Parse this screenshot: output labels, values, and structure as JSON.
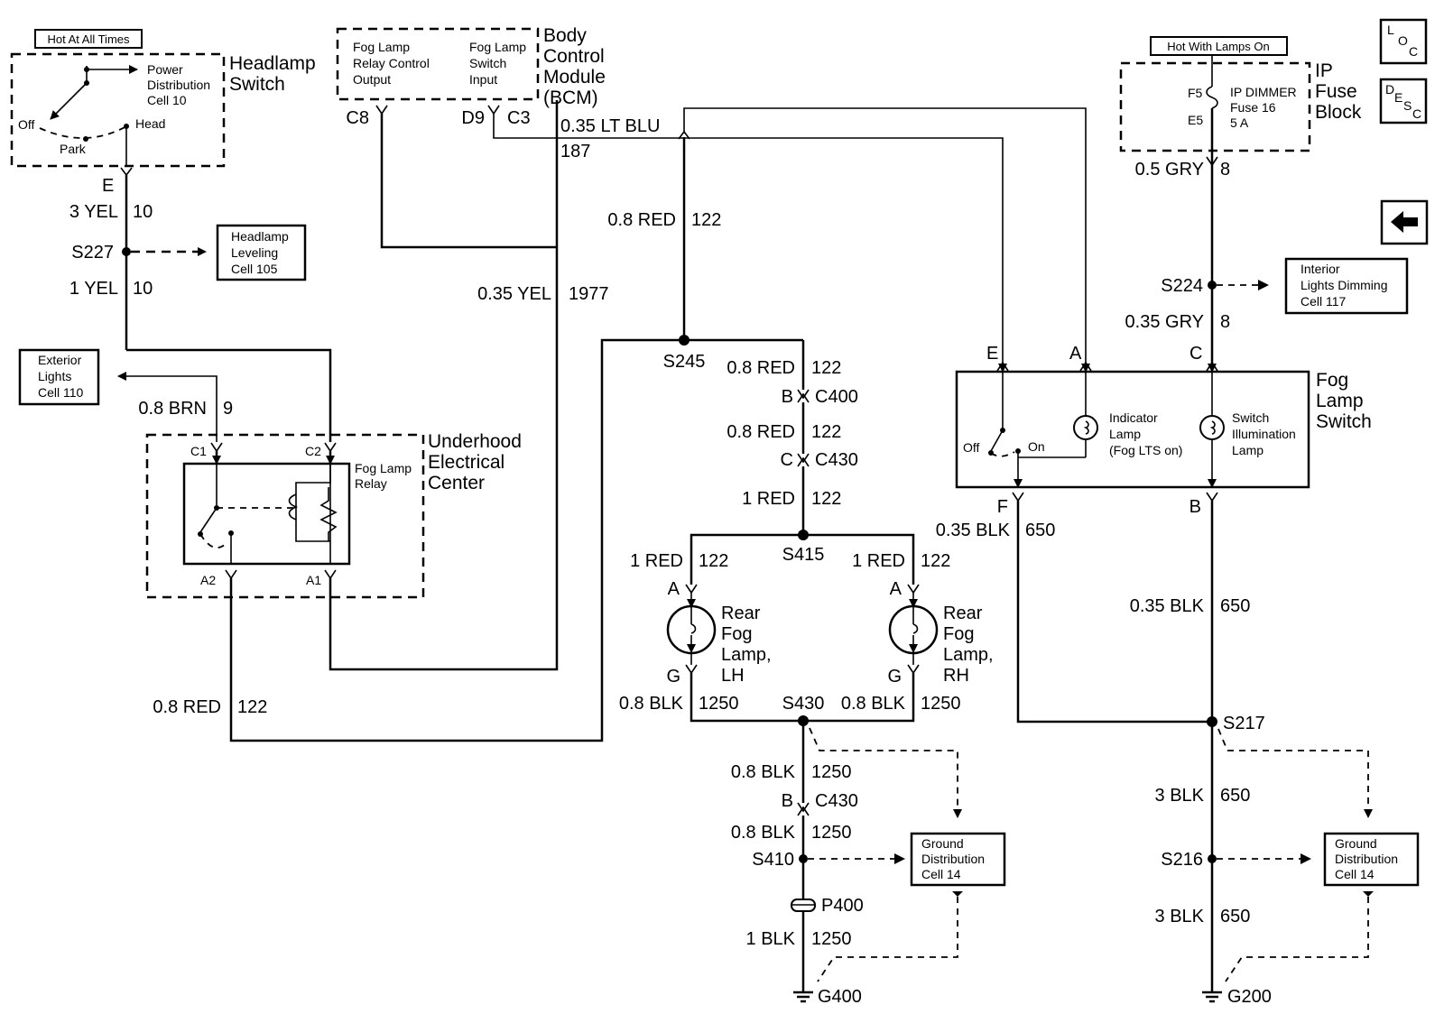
{
  "headlamp": {
    "hot_label": "Hot At All Times",
    "title": [
      "Headlamp",
      "Switch"
    ],
    "power_dist": [
      "Power",
      "Distribution",
      "Cell 10"
    ],
    "off": "Off",
    "park": "Park",
    "head": "Head",
    "pin_e": "E",
    "w1_label": "3 YEL",
    "w1_circ": "10",
    "splice": "S227",
    "w2_label": "1 YEL",
    "w2_circ": "10",
    "leveling": [
      "Headlamp",
      "Leveling",
      "Cell 105"
    ]
  },
  "exterior": {
    "box": [
      "Exterior",
      "Lights",
      "Cell 110"
    ],
    "w_label": "0.8 BRN",
    "w_circ": "9"
  },
  "uec": {
    "title": [
      "Underhood",
      "Electrical",
      "Center"
    ],
    "relay": [
      "Fog Lamp",
      "Relay"
    ],
    "c1": "C1",
    "c2": "C2",
    "a1": "A1",
    "a2": "A2",
    "bottom_label": "0.8 RED",
    "bottom_circ": "122"
  },
  "bcm": {
    "col1": [
      "Fog Lamp",
      "Relay Control",
      "Output"
    ],
    "col2": [
      "Fog Lamp",
      "Switch",
      "Input"
    ],
    "title": [
      "Body",
      "Control",
      "Module",
      "(BCM)"
    ],
    "c8": "C8",
    "d9": "D9",
    "c3": "C3",
    "blu_label": "0.35 LT BLU",
    "blu_circ": "187",
    "yel_label": "0.35 YEL",
    "yel_circ": "1977"
  },
  "mid": {
    "red_label": "0.8 RED",
    "red_circ": "122",
    "s245": "S245",
    "seg1_label": "0.8 RED",
    "seg1_circ": "122",
    "b_pin": "B",
    "c400": "C400",
    "seg2_label": "0.8 RED",
    "seg2_circ": "122",
    "c_pin": "C",
    "c430a": "C430",
    "seg3_label": "1 RED",
    "seg3_circ": "122",
    "s415": "S415",
    "lh_label": "1 RED",
    "lh_circ": "122",
    "rh_label": "1 RED",
    "rh_circ": "122",
    "pin_a": "A",
    "pin_g": "G",
    "lamp_lh": [
      "Rear",
      "Fog",
      "Lamp,",
      "LH"
    ],
    "lamp_rh": [
      "Rear",
      "Fog",
      "Lamp,",
      "RH"
    ],
    "blk_lh_label": "0.8 BLK",
    "blk_lh_circ": "1250",
    "s430": "S430",
    "blk_rh_label": "0.8 BLK",
    "blk_rh_circ": "1250",
    "g1_label": "0.8 BLK",
    "g1_circ": "1250",
    "g_b": "B",
    "c430b": "C430",
    "g2_label": "0.8 BLK",
    "g2_circ": "1250",
    "s410": "S410",
    "p400": "P400",
    "g3_label": "1 BLK",
    "g3_circ": "1250",
    "g400": "G400",
    "ground_box": [
      "Ground",
      "Distribution",
      "Cell 14"
    ]
  },
  "right": {
    "hot_label": "Hot With Lamps On",
    "fuse_f5": "F5",
    "fuse_e5": "E5",
    "fuse_name": [
      "IP DIMMER",
      "Fuse 16",
      "5 A"
    ],
    "block_title": [
      "IP",
      "Fuse",
      "Block"
    ],
    "gry1_label": "0.5 GRY",
    "gry1_circ": "8",
    "s224": "S224",
    "interior": [
      "Interior",
      "Lights Dimming",
      "Cell 117"
    ],
    "gry2_label": "0.35 GRY",
    "gry2_circ": "8",
    "pin_e": "E",
    "pin_a": "A",
    "pin_c": "C",
    "switch_title": [
      "Fog",
      "Lamp",
      "Switch"
    ],
    "off": "Off",
    "on": "On",
    "indicator": [
      "Indicator",
      "Lamp",
      "(Fog LTS on)"
    ],
    "illum": [
      "Switch",
      "Illumination",
      "Lamp"
    ],
    "pin_f": "F",
    "pin_b": "B",
    "blk_f_label": "0.35 BLK",
    "blk_f_circ": "650",
    "blk_b_label": "0.35 BLK",
    "blk_b_circ": "650",
    "s217": "S217",
    "b1_label": "3 BLK",
    "b1_circ": "650",
    "s216": "S216",
    "b2_label": "3 BLK",
    "b2_circ": "650",
    "g200": "G200",
    "ground_box": [
      "Ground",
      "Distribution",
      "Cell 14"
    ]
  },
  "corner": {
    "loc": [
      "L",
      "O",
      "C"
    ],
    "desc": [
      "D",
      "E",
      "S",
      "C"
    ],
    "back": "back-arrow-icon"
  }
}
